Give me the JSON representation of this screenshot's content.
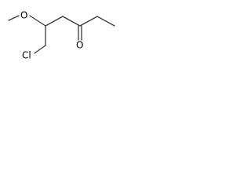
{
  "molecule": {
    "atoms": {
      "methoxy_oxygen": "O",
      "carbonyl_oxygen": "O",
      "chlorine": "Cl"
    }
  },
  "colors": {
    "bond": "#3a3a3a",
    "label": "#000000",
    "background": "#ffffff"
  }
}
